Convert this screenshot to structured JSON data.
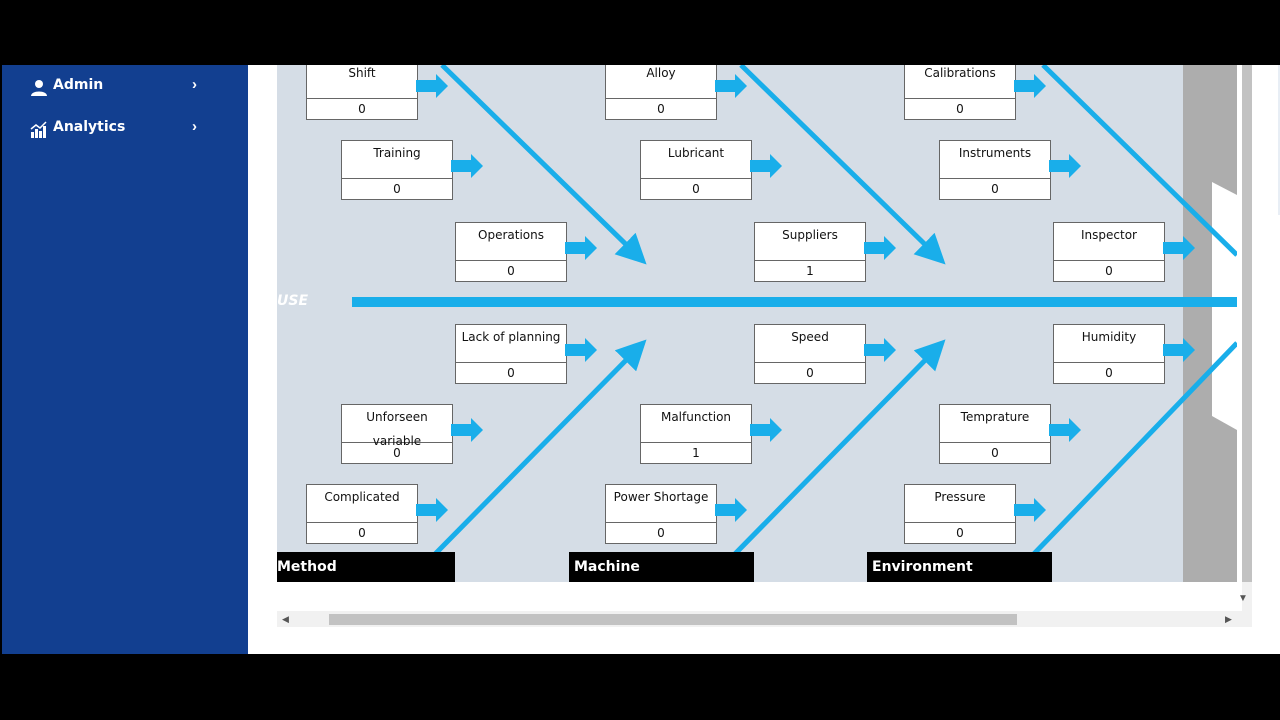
{
  "sidebar": {
    "items": [
      {
        "label": "Admin",
        "icon": "user-icon"
      },
      {
        "label": "Analytics",
        "icon": "analytics-icon"
      }
    ]
  },
  "diagram": {
    "spine_label": "USE",
    "colors": {
      "bone": "#19aeea",
      "box_border": "#666666",
      "background": "#d5dde6",
      "label_bg": "#000000"
    },
    "categories": [
      "Method",
      "Machine",
      "Environment"
    ],
    "top_causes": [
      {
        "name": "Shift",
        "count": "0"
      },
      {
        "name": "Alloy",
        "count": "0"
      },
      {
        "name": "Calibrations",
        "count": "0"
      },
      {
        "name": "Training",
        "count": "0"
      },
      {
        "name": "Lubricant",
        "count": "0"
      },
      {
        "name": "Instruments",
        "count": "0"
      },
      {
        "name": "Operations",
        "count": "0"
      },
      {
        "name": "Suppliers",
        "count": "1"
      },
      {
        "name": "Inspector",
        "count": "0"
      }
    ],
    "bottom_causes": [
      {
        "name": "Lack of planning",
        "count": "0"
      },
      {
        "name": "Speed",
        "count": "0"
      },
      {
        "name": "Humidity",
        "count": "0"
      },
      {
        "name": "Unforseen variable",
        "count": "0"
      },
      {
        "name": "Malfunction",
        "count": "1"
      },
      {
        "name": "Temprature",
        "count": "0"
      },
      {
        "name": "Complicated",
        "count": "0"
      },
      {
        "name": "Power Shortage",
        "count": "0"
      },
      {
        "name": "Pressure",
        "count": "0"
      }
    ]
  }
}
